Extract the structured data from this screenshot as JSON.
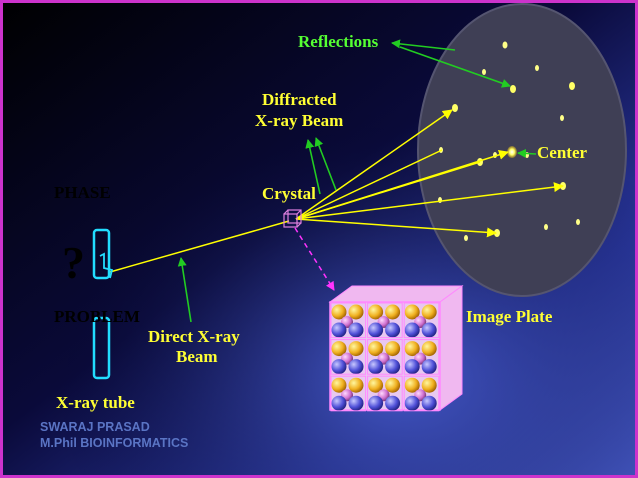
{
  "labels": {
    "reflections": "Reflections",
    "diffracted_line1": "Diffracted",
    "diffracted_line2": "X-ray Beam",
    "center": "Center",
    "crystal": "Crystal",
    "phase": "PHASE",
    "question": "?",
    "problem": "PROBLEM",
    "direct_line1": "Direct X-ray",
    "direct_line2": "Beam",
    "image_plate": "Image Plate",
    "xray_tube": "X-ray tube"
  },
  "credits": {
    "name": "SWARAJ  PRASAD",
    "degree": "M.Phil BIOINFORMATICS"
  },
  "colors": {
    "label_yellow": "#ffff33",
    "label_green": "#55ff33",
    "beam_yellow": "#ffff00",
    "pointer_green": "#22cc22",
    "plate_fill": "#3f3f55",
    "tube_outline": "#22ddff",
    "dashed_magenta": "#ff33ff",
    "credits_blue": "#5a74c4",
    "frame_purple": "#cc33cc"
  }
}
